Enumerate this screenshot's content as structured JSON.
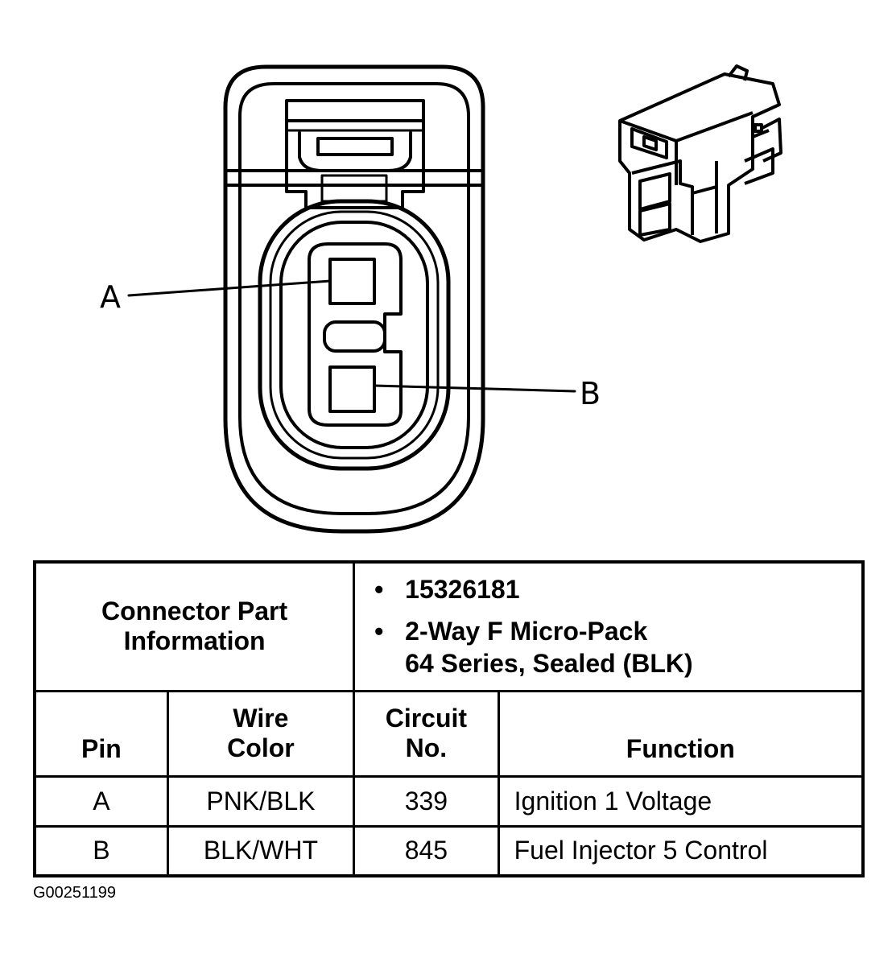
{
  "pin_callouts": {
    "a": "A",
    "b": "B"
  },
  "part_info": {
    "label_line1": "Connector Part",
    "label_line2": "Information",
    "bullets": [
      {
        "line1": "15326181",
        "line2": ""
      },
      {
        "line1": "2-Way F Micro-Pack",
        "line2": "64 Series, Sealed (BLK)"
      }
    ]
  },
  "pin_table": {
    "headers": {
      "pin": "Pin",
      "wire_color_1": "Wire",
      "wire_color_2": "Color",
      "circuit_1": "Circuit",
      "circuit_2": "No.",
      "function": "Function"
    },
    "rows": [
      {
        "pin": "A",
        "wire_color": "PNK/BLK",
        "circuit": "339",
        "function": "Ignition 1 Voltage"
      },
      {
        "pin": "B",
        "wire_color": "BLK/WHT",
        "circuit": "845",
        "function": "Fuel Injector 5 Control"
      }
    ]
  },
  "figure_id": "G00251199"
}
